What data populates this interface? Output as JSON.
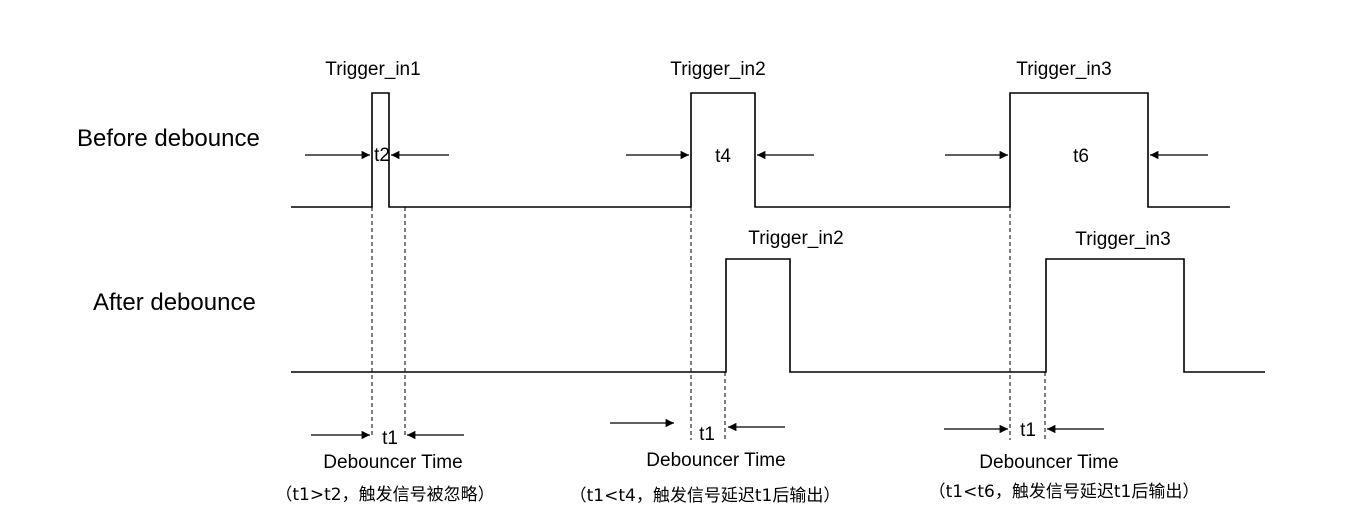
{
  "rows": {
    "before": "Before debounce",
    "after": "After debounce"
  },
  "before_pulses": [
    "Trigger_in1",
    "Trigger_in2",
    "Trigger_in3"
  ],
  "before_widths": [
    "t2",
    "t4",
    "t6"
  ],
  "after_pulses": [
    "Trigger_in2",
    "Trigger_in3"
  ],
  "debounce": {
    "t_labels": [
      "t1",
      "t1",
      "t1"
    ],
    "titles": [
      "Debouncer Time",
      "Debouncer Time",
      "Debouncer Time"
    ],
    "notes": [
      "（t1>t2，触发信号被忽略）",
      "（t1<t4，触发信号延迟t1后输出）",
      "（t1<t6，触发信号延迟t1后输出）"
    ]
  },
  "colors": {
    "line": "#000000",
    "background": "#ffffff"
  }
}
